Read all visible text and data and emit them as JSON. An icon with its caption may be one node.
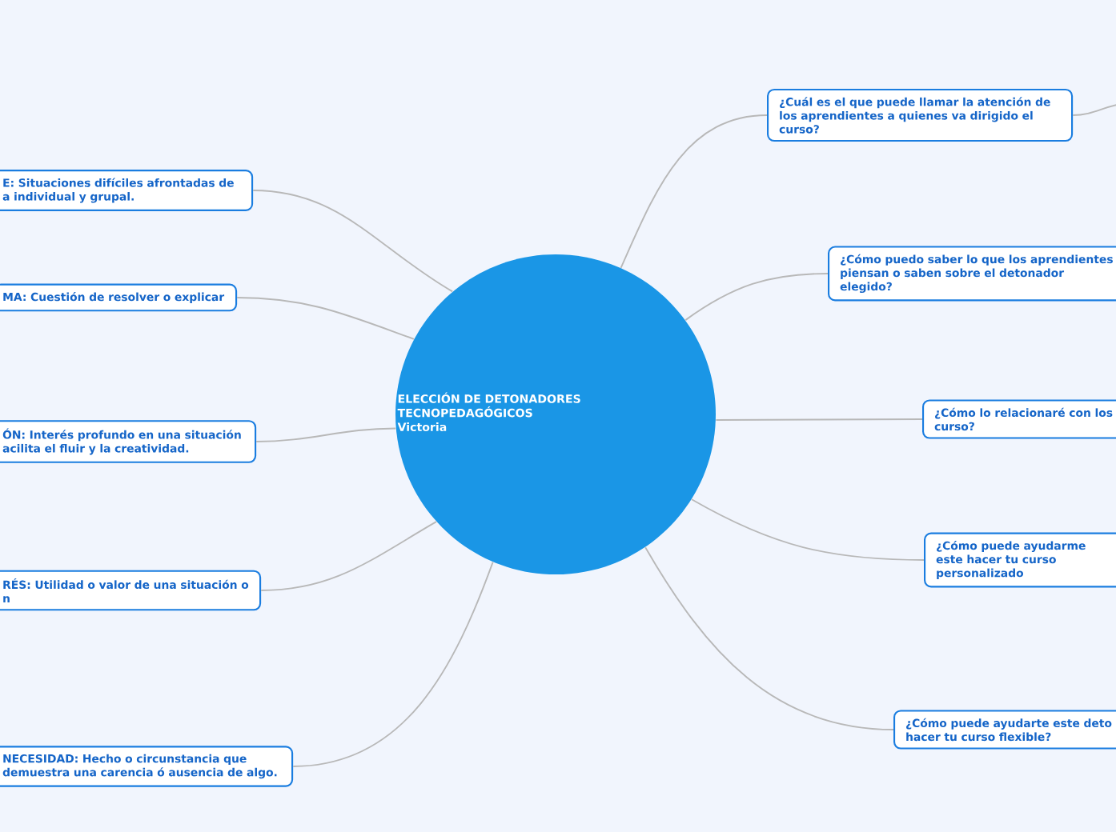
{
  "diagram": {
    "nodes": [
      {
        "text": [
          "ELECCIÓN DE DETONADORES TECNOPEDAGÓGICOS",
          "Victoria"
        ]
      },
      {
        "text": [
          "E: Situaciones difíciles afrontadas de a individual y grupal."
        ]
      },
      {
        "text": [
          "MA: Cuestión de resolver o explicar"
        ]
      },
      {
        "text": [
          "ÓN: Interés profundo en una situación acilita el fluir y la creatividad."
        ]
      },
      {
        "text": [
          "RÉS: Utilidad o valor de una situación o n"
        ]
      },
      {
        "text": [
          "NECESIDAD: Hecho o circunstancia que demuestra una carencia ó ausencia de algo."
        ]
      },
      {
        "text": [
          "¿Cuál es el que puede llamar la atención de los aprendientes a quienes va dirigido el curso?"
        ]
      },
      {
        "text": [
          "¿Cómo puedo saber lo que los aprendientes piensan o saben sobre el detonador elegido?"
        ]
      },
      {
        "text": [
          "¿Cómo lo relacionaré con los curso?"
        ]
      },
      {
        "text": [
          "¿Cómo puede ayudarme este hacer tu curso personalizado"
        ]
      },
      {
        "text": [
          "¿Cómo puede ayudarte este deto hacer tu curso flexible?"
        ]
      }
    ],
    "edges": [
      {
        "from": 0,
        "to": 1,
        "arrow": "none"
      },
      {
        "from": 0,
        "to": 2,
        "arrow": "none"
      },
      {
        "from": 0,
        "to": 3,
        "arrow": "none"
      },
      {
        "from": 0,
        "to": 4,
        "arrow": "none"
      },
      {
        "from": 0,
        "to": 5,
        "arrow": "none"
      },
      {
        "from": 0,
        "to": 6,
        "arrow": "none"
      },
      {
        "from": 0,
        "to": 7,
        "arrow": "none"
      },
      {
        "from": 0,
        "to": 8,
        "arrow": "none"
      },
      {
        "from": 0,
        "to": 9,
        "arrow": "none"
      },
      {
        "from": 0,
        "to": 10,
        "arrow": "none"
      },
      {
        "from": 6,
        "to": null,
        "arrow": "none"
      }
    ]
  }
}
